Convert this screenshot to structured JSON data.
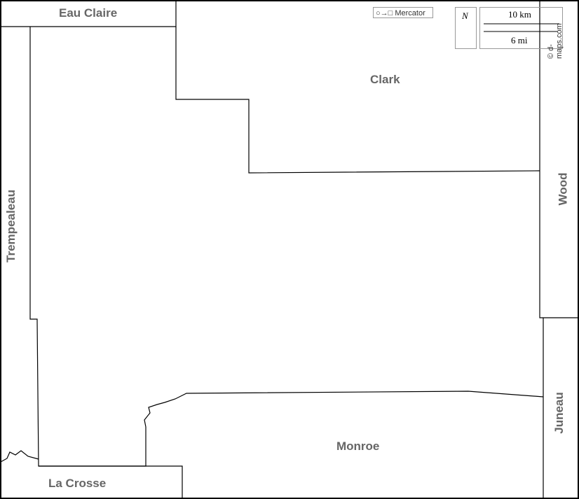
{
  "regions": {
    "eau_claire": "Eau Claire",
    "clark": "Clark",
    "trempealeau": "Trempealeau",
    "wood": "Wood",
    "juneau": "Juneau",
    "monroe": "Monroe",
    "la_crosse": "La Crosse"
  },
  "legend": {
    "projection": "○→□ Mercator",
    "north": "N",
    "scale_km": "10 km",
    "scale_mi": "6 mi",
    "credit": "© d-maps.com"
  }
}
